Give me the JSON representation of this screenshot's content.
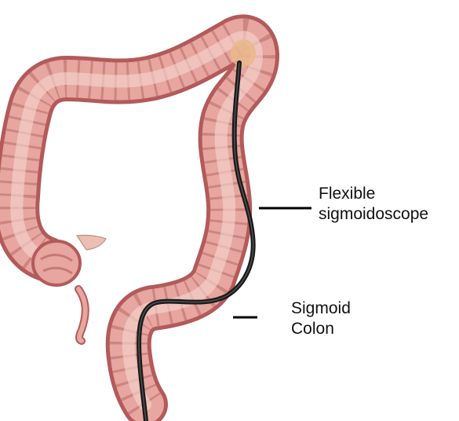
{
  "labels": {
    "sigmoidoscope": {
      "line1": "Flexible",
      "line2": "sigmoidoscope"
    },
    "sigmoid_colon": {
      "line1": "Sigmoid",
      "line2": "Colon"
    }
  },
  "colors": {
    "colon_outer": "#b35a5a",
    "colon_fill": "#e7a6a0",
    "colon_haustra": "#c47a74",
    "colon_inner_highlight": "#f4d2cc",
    "mesentery": "#eac0b5",
    "scope": "#1a1a1a",
    "scope_tip": "#e9b98a",
    "leader_line": "#000000"
  },
  "icons": {
    "anatomy": "colon-illustration-icon"
  }
}
